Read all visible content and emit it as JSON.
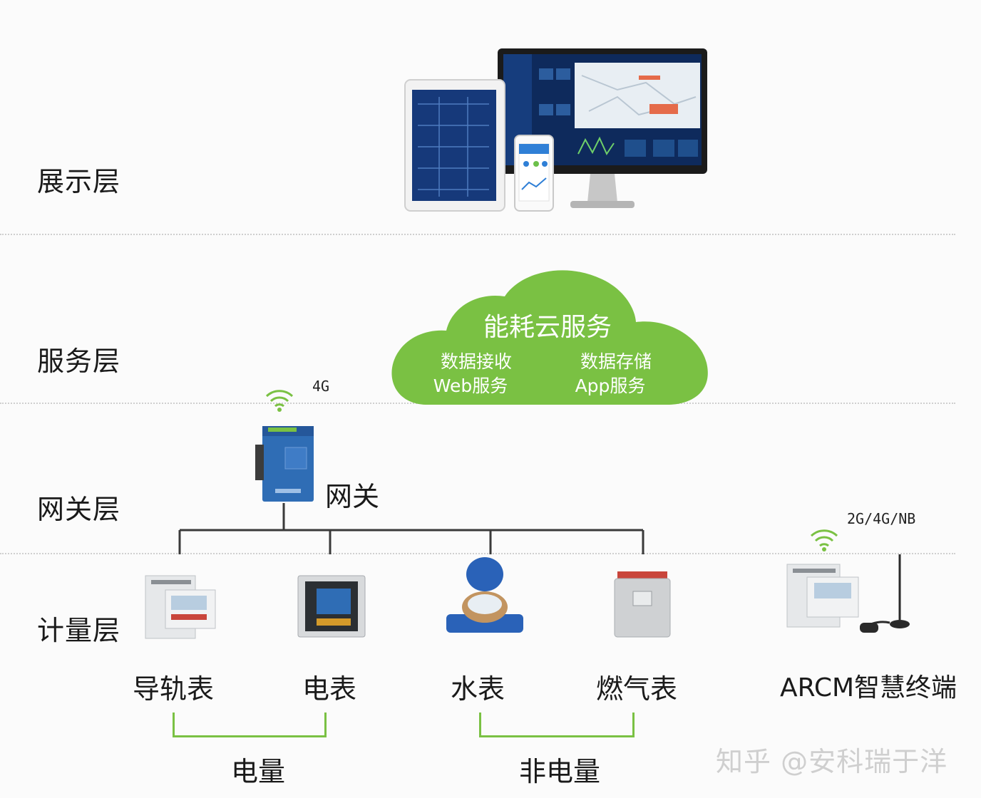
{
  "layers": {
    "presentation": "展示层",
    "service": "服务层",
    "gateway": "网关层",
    "metering": "计量层"
  },
  "cloud": {
    "title": "能耗云服务",
    "item_1": "数据接收",
    "item_2": "数据存储",
    "item_3": "Web服务",
    "item_4": "App服务",
    "color": "#7ac143"
  },
  "gateway": {
    "label": "网关",
    "network": "4G"
  },
  "devices": {
    "rail_meter": "导轨表",
    "power_meter": "电表",
    "water_meter": "水表",
    "gas_meter": "燃气表",
    "arcm": "ARCM智慧终端",
    "arcm_network": "2G/4G/NB"
  },
  "groups": {
    "electric": "电量",
    "non_electric": "非电量"
  },
  "watermark": "知乎 @安科瑞于洋",
  "colors": {
    "accent_green": "#7ac143",
    "device_blue": "#2f6db5",
    "screen_dark": "#0e2a5c"
  }
}
